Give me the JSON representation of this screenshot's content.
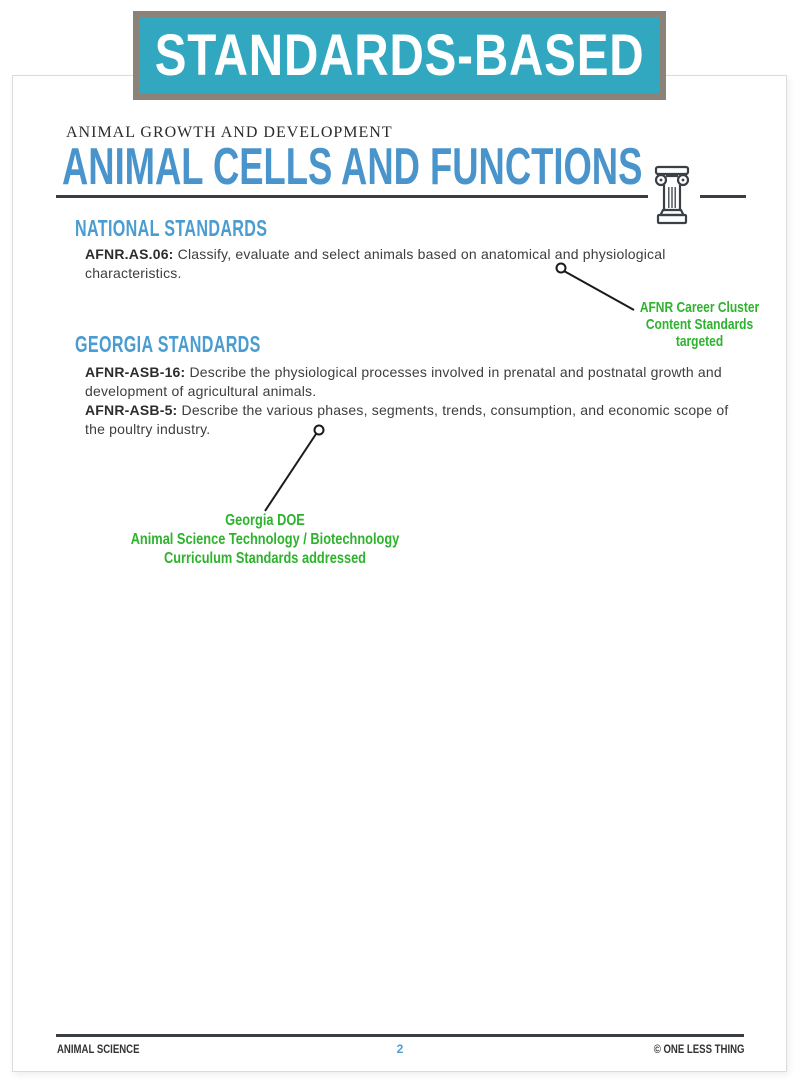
{
  "banner": {
    "title": "STANDARDS-BASED",
    "bg_color": "#31a8c0",
    "border_color": "#8b8377"
  },
  "header": {
    "eyebrow": "ANIMAL GROWTH AND DEVELOPMENT",
    "title": "ANIMAL CELLS AND FUNCTIONS",
    "title_color": "#4a94cc",
    "divider_icon": "column-icon"
  },
  "sections": [
    {
      "heading": "NATIONAL STANDARDS",
      "standards": [
        {
          "code": "AFNR.AS.06:",
          "text": "Classify, evaluate and select animals based on anatomical and physiological characteristics."
        }
      ]
    },
    {
      "heading": "GEORGIA STANDARDS",
      "standards": [
        {
          "code": "AFNR-ASB-16:",
          "text": "Describe the physiological processes involved in prenatal and postnatal growth and development of agricultural animals."
        },
        {
          "code": "AFNR-ASB-5:",
          "text": "Describe the various phases, segments, trends, consumption, and economic scope of the poultry industry."
        }
      ]
    }
  ],
  "annotations": [
    {
      "color": "#2db32d",
      "lines": [
        "AFNR Career Cluster",
        "Content Standards",
        "targeted"
      ]
    },
    {
      "color": "#2db32d",
      "lines": [
        "Georgia DOE",
        "Animal Science Technology / Biotechnology",
        "Curriculum Standards addressed"
      ]
    }
  ],
  "footer": {
    "left": "ANIMAL SCIENCE",
    "page_number": "2",
    "right": "© ONE LESS THING",
    "page_number_color": "#4a9fd4"
  }
}
